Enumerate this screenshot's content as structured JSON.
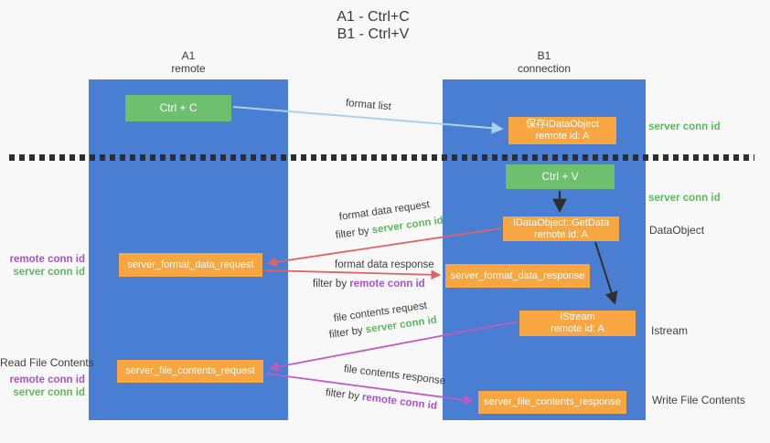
{
  "title": {
    "line1": "A1 - Ctrl+C",
    "line2": "B1 - Ctrl+V"
  },
  "lanes": {
    "left": {
      "name": "A1",
      "role": "remote"
    },
    "right": {
      "name": "B1",
      "role": "connection"
    }
  },
  "nodes": {
    "ctrl_c": "Ctrl + C",
    "ctrl_v": "Ctrl + V",
    "save_idataobject": {
      "line1": "保存IDataObject",
      "line2": "remote id: A"
    },
    "idataobject_getdata": {
      "line1": "IDataObject::GetData",
      "line2": "remote id: A"
    },
    "istream": {
      "line1": "IStream",
      "line2": "remote id: A"
    },
    "server_format_data_request": "server_format_data_request",
    "server_format_data_response": "server_format_data_response",
    "server_file_contents_request": "server_file_contents_request",
    "server_file_contents_response": "server_file_contents_response"
  },
  "edge_labels": {
    "format_list": "format list",
    "format_data_request": "format data request",
    "format_data_response": "format data response",
    "file_contents_request": "file contents request",
    "file_contents_response": "file contents response",
    "filter_by": "filter by ",
    "server_conn_id": "server conn id",
    "remote_conn_id": "remote conn id"
  },
  "side_labels": {
    "server_conn_id_top": "server conn id",
    "server_conn_id_mid": "server conn id",
    "dataobject": "DataObject",
    "istream": "Istream",
    "write_file_contents": "Write File Contents",
    "read_file_contents": "Read File Contents",
    "remote_conn_id": "remote conn id",
    "server_conn_id": "server conn id"
  },
  "colors": {
    "lane_blue": "#4a7ed3",
    "node_orange": "#f8a642",
    "node_green": "#6ebf6e",
    "text_green": "#5cb85c",
    "text_purple": "#a854c8",
    "arrow_red": "#e06262",
    "arrow_magenta": "#bf5abf",
    "arrow_blue": "#a8d2ee",
    "arrow_black": "#2e2e2e"
  }
}
